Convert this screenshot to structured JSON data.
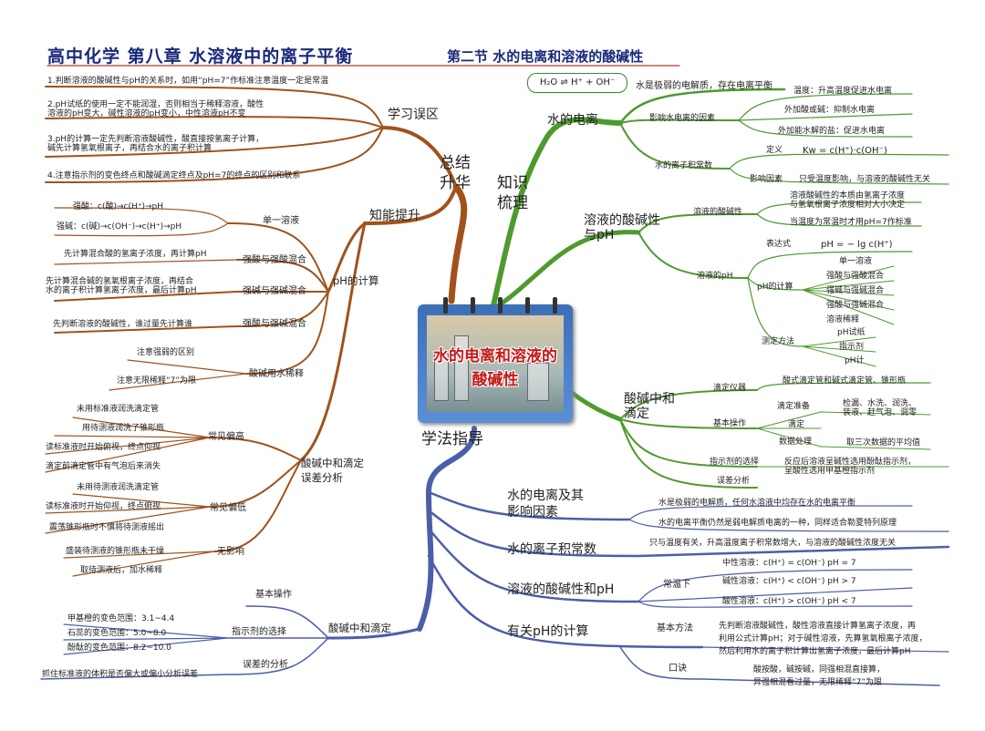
{
  "title": {
    "main": "高中化学 第八章 水溶液中的离子平衡",
    "section": "第二节 水的电离和溶液的酸碱性"
  },
  "center": "水的电离和溶液的酸碱性",
  "branches": {
    "zhishi": "知识\n梳理",
    "zongjie": "总结\n升华",
    "xuefa": "学法指导"
  },
  "right_top": {
    "equation": "H₂O ⇌ H⁺ + OH⁻",
    "water_ion": {
      "label": "水的电离",
      "n1": "水是极弱的电解质，存在电离平衡",
      "factors": {
        "label": "影响水电离的因素",
        "items": [
          "温度：升高温度促进水电离",
          "外加酸或碱：抑制水电离",
          "外加能水解的盐：促进水电离"
        ]
      },
      "kw": {
        "label": "水的离子积常数",
        "def_label": "定义",
        "def_val": "Kw = c(H⁺)·c(OH⁻)",
        "fac_label": "影响因素",
        "fac_val": "只受温度影响，与溶液的酸碱性无关"
      }
    },
    "acidity": {
      "label": "溶液的酸碱性\n与pH",
      "sol": {
        "label": "溶液的酸碱性",
        "v1": "溶液酸碱性的本质由氢离子浓度\n与氢氧根离子浓度相对大小决定",
        "v2": "当温度为常温时才用pH=7作标准"
      },
      "ph": {
        "label": "溶液的pH",
        "expr_label": "表达式",
        "expr_val": "pH = − lg c(H⁺)",
        "calc_label": "pH的计算",
        "calc_items": [
          "单一溶液",
          "强酸与强酸混合",
          "强碱与强碱混合",
          "强酸与强碱混合",
          "溶液稀释"
        ],
        "meas_label": "测定方法",
        "meas_items": [
          "pH试纸",
          "指示剂",
          "pH计"
        ]
      }
    },
    "titration": {
      "label": "酸碱中和\n滴定",
      "inst_label": "滴定仪器",
      "inst_val": "酸式滴定管和碱式滴定管、锥形瓶",
      "op_label": "基本操作",
      "op_items": [
        "滴定准备",
        "滴定",
        "数据处理"
      ],
      "prep_val": "检漏、水洗、润洗、\n装液、赶气泡、调零",
      "data_val": "取三次数据的平均值",
      "ind_label": "指示剂的选择",
      "ind_val": "反应后溶液呈碱性选用酚酞指示剂，\n呈酸性选用甲基橙指示剂",
      "err_label": "误差分析"
    }
  },
  "left_top": {
    "xuexi": {
      "label": "学习误区",
      "items": [
        "1.判断溶液的酸碱性与pH的关系时，如用“pH=7”作标准注意温度一定是常温",
        "2.pH试纸的使用一定不能润湿，否则相当于稀释溶液，酸性\n溶液的pH变大，碱性溶液的pH变小，中性溶液pH不变",
        "3.pH的计算一定先判断溶液酸碱性，酸直接按氢离子计算，\n碱先计算氢氧根离子，再结合水的离子积计算",
        "4.注意指示剂的变色终点和酸碱滴定终点及pH=7的终点的区别和联系"
      ]
    },
    "zhineng": "知能提升",
    "ph_calc": {
      "label": "pH的计算",
      "single": "单一溶液",
      "single_items": [
        "强酸：c(酸)→c(H⁺)→pH",
        "强碱：c(碱)→c(OH⁻)→c(H⁺)→pH"
      ],
      "aa": "强酸与强酸混合",
      "aa_val": "先计算混合酸的氢离子浓度，再计算pH",
      "bb": "强碱与强碱混合",
      "bb_val": "先计算混合碱的氢氧根离子浓度，再结合\n水的离子积计算氢离子浓度，最后计算pH",
      "ab": "强酸与强碱混合",
      "ab_val": "先判断溶液的酸碱性，谁过量先计算谁",
      "dil": "酸碱用水稀释",
      "dil_items": [
        "注意强弱的区别",
        "注意无限稀释“7”为限"
      ]
    },
    "error": {
      "label": "酸碱中和滴定\n误差分析",
      "high": "常见偏高",
      "high_items": [
        "未用标准液润洗滴定管",
        "用待测液润洗了锥形瓶",
        "读标准液时开始俯视，终点仰视",
        "滴定前滴定管中有气泡后来消失"
      ],
      "low": "常见偏低",
      "low_items": [
        "未用待测液润洗滴定管",
        "读标准液时开始仰视，终点俯视",
        "震荡锥形瓶时不慎将待测液摇出"
      ],
      "none": "无影响",
      "none_items": [
        "盛装待测液的锥形瓶未干燥",
        "取待测液后，加水稀释"
      ]
    },
    "neutral": {
      "label": "酸碱中和滴定",
      "basic": "基本操作",
      "ind": "指示剂的选择",
      "ind_items": [
        "甲基橙的变色范围：3.1~4.4",
        "石蕊的变色范围：5.0~8.0",
        "酚酞的变色范围：8.2~10.0"
      ],
      "err": "误差的分析",
      "err_val": "抓住标准液的体积是否偏大或偏小分析误差"
    }
  },
  "right_bottom": {
    "b1": {
      "label": "水的电离及其\n影响因素",
      "items": [
        "水是极弱的电解质，任何水溶液中均存在水的电离平衡",
        "水的电离平衡仍然是弱电解质电离的一种，同样适合勒夏特列原理"
      ]
    },
    "b2": {
      "label": "水的离子积常数",
      "val": "只与温度有关，升高温度离子积常数增大，与溶液的酸碱性浓度无关"
    },
    "b3": {
      "label": "溶液的酸碱性和pH",
      "sub": "常温下",
      "items": [
        "中性溶液：c(H⁺) = c(OH⁻)  pH = 7",
        "碱性溶液：c(H⁺) < c(OH⁻)  pH > 7",
        "酸性溶液：c(H⁺) > c(OH⁻)  pH < 7"
      ]
    },
    "b4": {
      "label": "有关pH的计算",
      "m_label": "基本方法",
      "m_val": "先判断溶液酸碱性，酸性溶液直接计算氢离子浓度，再\n利用公式计算pH；对于碱性溶液，先算氢氧根离子浓度，\n然后利用水的离子积计算出氢离子浓度，最后计算pH",
      "k_label": "口诀",
      "k_val": "酸按酸，碱按碱，同强相混直接算，\n异强相混看过量，无限稀释“7”为限"
    }
  },
  "colors": {
    "green": "#4e9a2e",
    "brown": "#a0521a",
    "blue": "#4b5ea8",
    "red": "#b03a2e",
    "title": "#1a2a7a"
  }
}
